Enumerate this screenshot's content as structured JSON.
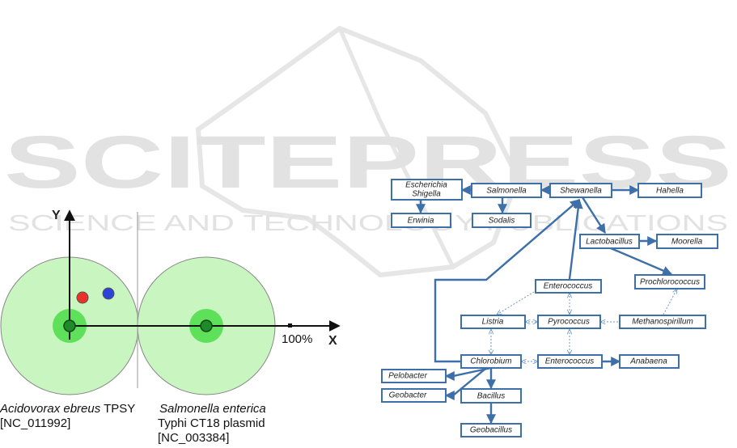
{
  "watermark": {
    "title": "SCITEPRESS",
    "subtitle": "SCIENCE AND TECHNOLOGY PUBLICATIONS"
  },
  "plot": {
    "y_axis_label": "Y",
    "x_axis_label": "X",
    "tick_label": "100%",
    "point_colors": {
      "red": "#e8332a",
      "blue": "#2b43d8",
      "center": "#1f8a2a",
      "disk": "#c8f5c0",
      "core": "#5fe05a"
    }
  },
  "captions": {
    "left": {
      "species": "Acidovorax ebreus",
      "strain": " TPSY",
      "accession": "[NC_011992]"
    },
    "right": {
      "species": "Salmonella enterica",
      "strain": "Typhi CT18 plasmid",
      "accession": "[NC_003384]"
    }
  },
  "graph": {
    "nodes": {
      "escherichia": {
        "line1": "Escherichia",
        "line2": "Shigella"
      },
      "salmonella": "Salmonella",
      "shewanella": "Shewanella",
      "hahella": "Hahella",
      "erwinia": "Erwinia",
      "sodalis": "Sodalis",
      "lactobacillus": "Lactobacillus",
      "moorella": "Moorella",
      "prochlorococcus": "Prochlorococcus",
      "enterococcus_top": "Enterococcus",
      "listria": "Listria",
      "pyrococcus": "Pyrococcus",
      "methanospirillum": "Methanospirillum",
      "chlorobium": "Chlorobium",
      "enterococcus_mid": "Enterococcus",
      "anabaena": "Anabaena",
      "pelobacter": "Pelobacter",
      "geobacter": "Geobacter",
      "bacillus": "Bacillus",
      "geobacillus": "Geobacillus"
    }
  }
}
